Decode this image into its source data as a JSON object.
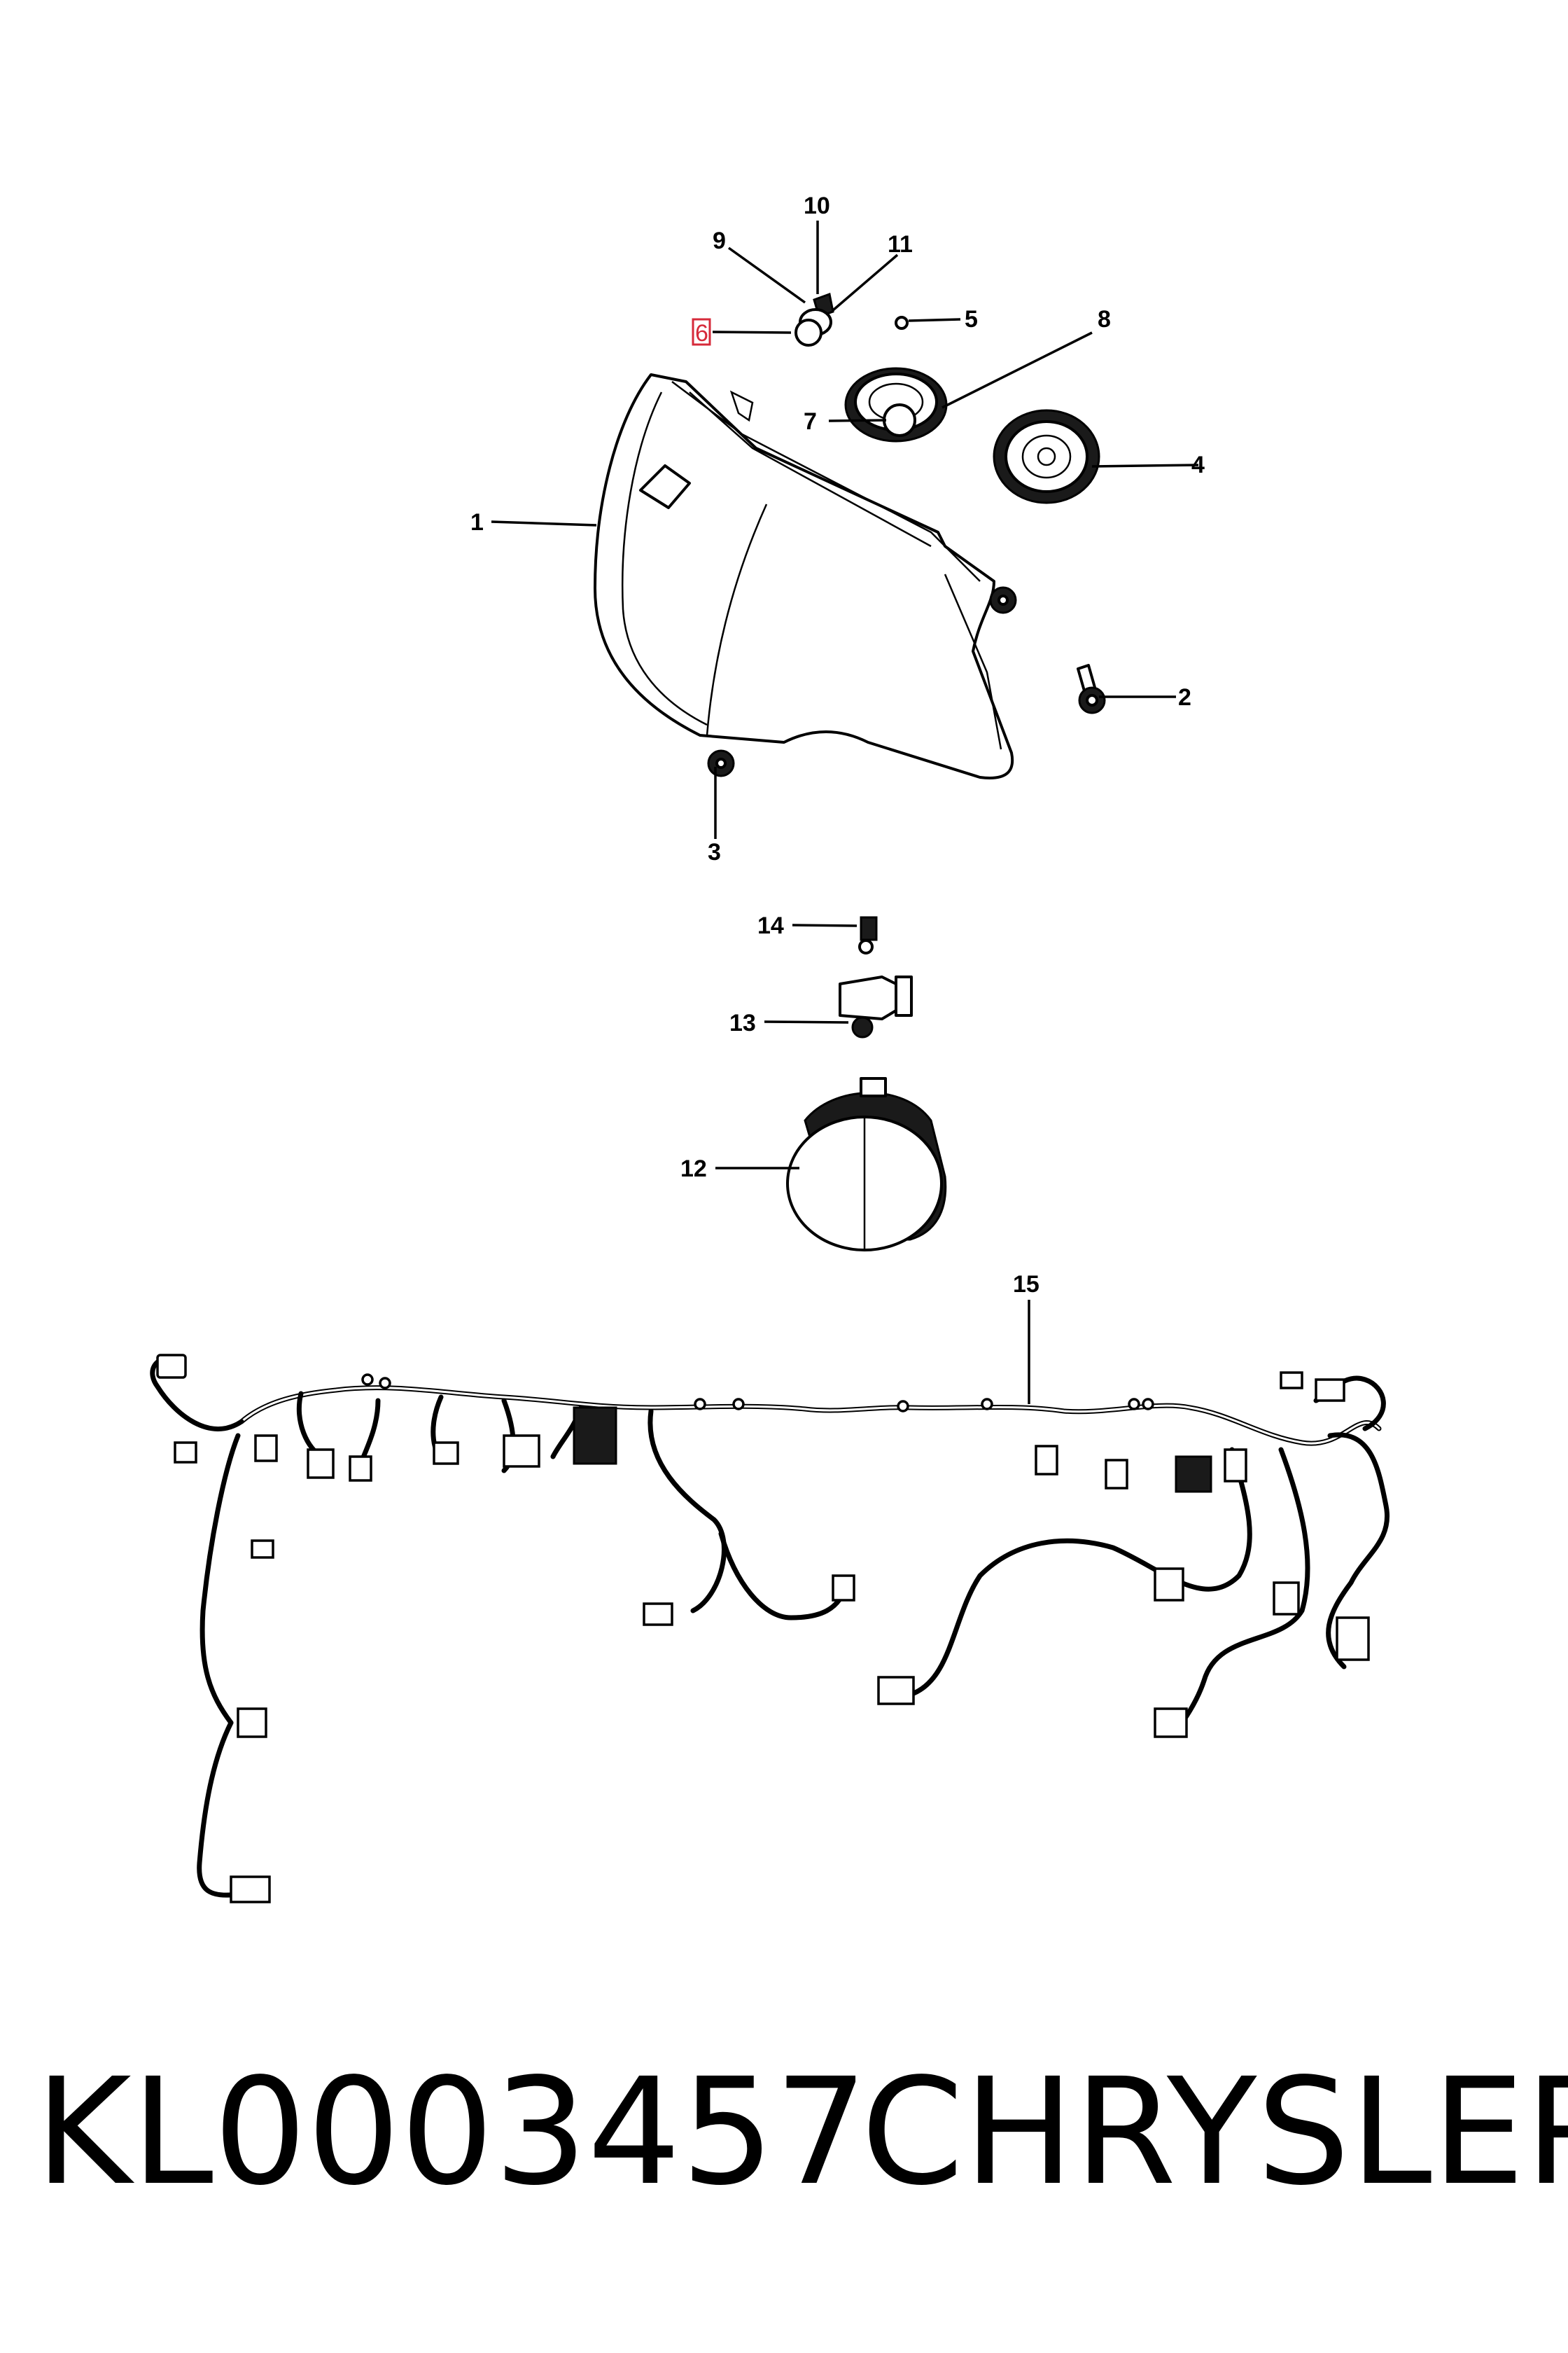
{
  "callouts": {
    "c1": "1",
    "c2": "2",
    "c3": "3",
    "c4": "4",
    "c5": "5",
    "c6": "6",
    "c7": "7",
    "c8": "8",
    "c9": "9",
    "c10": "10",
    "c11": "11",
    "c12": "12",
    "c13": "13",
    "c14": "14",
    "c15": "15"
  },
  "highlighted_callout": "6",
  "footer": {
    "part_number": "KL0003457",
    "brand": "CHRYSLER"
  },
  "colors": {
    "highlight": "#d62a3a",
    "ink": "#000000",
    "background": "#ffffff"
  }
}
